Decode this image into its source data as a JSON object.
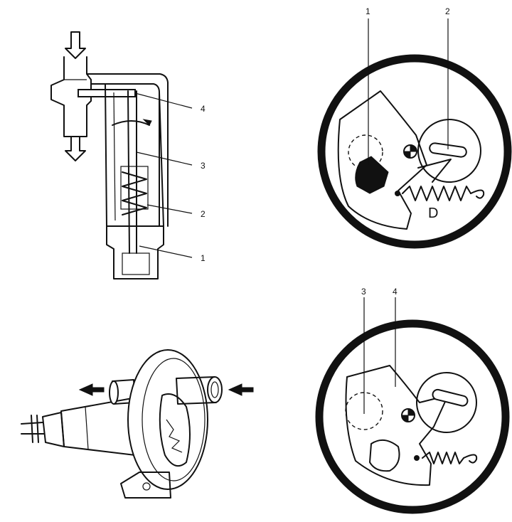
{
  "sectional_view": {
    "callouts": [
      "4",
      "3",
      "2",
      "1"
    ]
  },
  "top_detail": {
    "callouts": [
      "1",
      "2"
    ],
    "letter": "D"
  },
  "bottom_detail": {
    "callouts": [
      "3",
      "4"
    ]
  },
  "pump_view": {
    "icons": [
      "flow-left-arrow-icon",
      "flow-left-arrow-icon"
    ]
  }
}
